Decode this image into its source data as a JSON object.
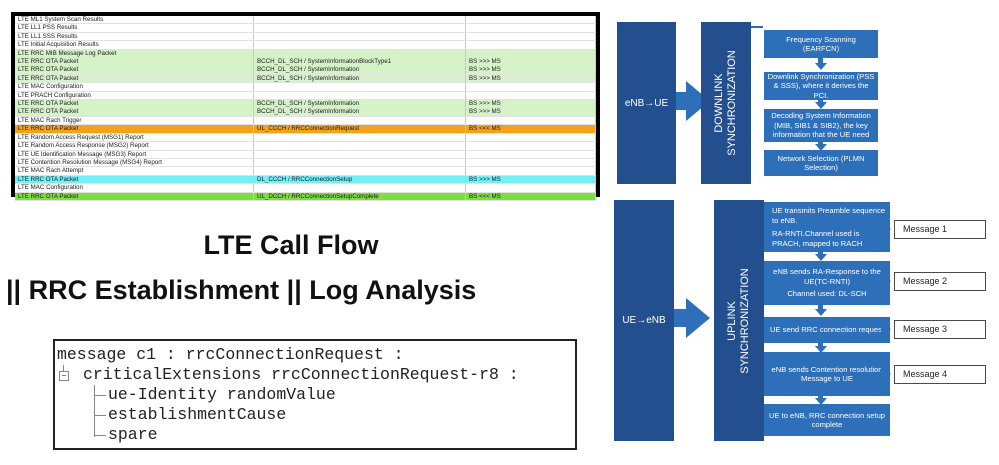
{
  "log": {
    "rows": [
      {
        "c1": "LTE ML1 System Scan Results",
        "c2": "",
        "c3": "",
        "hl": ""
      },
      {
        "c1": "LTE LL1 PSS Results",
        "c2": "",
        "c3": "",
        "hl": ""
      },
      {
        "c1": "LTE LL1 SSS Results",
        "c2": "",
        "c3": "",
        "hl": ""
      },
      {
        "c1": "LTE Initial Acquisition Results",
        "c2": "",
        "c3": "",
        "hl": ""
      },
      {
        "c1": "LTE RRC MIB Message Log Packet",
        "c2": "",
        "c3": "",
        "hl": "green"
      },
      {
        "c1": "LTE RRC OTA Packet",
        "c2": "BCCH_DL_SCH / SystemInformationBlockType1",
        "c3": "BS >>> MS",
        "hl": "green"
      },
      {
        "c1": "LTE RRC OTA Packet",
        "c2": "BCCH_DL_SCH / SystemInformation",
        "c3": "BS >>> MS",
        "hl": "green"
      },
      {
        "c1": "LTE RRC OTA Packet",
        "c2": "BCCH_DL_SCH / SystemInformation",
        "c3": "BS >>> MS",
        "hl": "green"
      },
      {
        "c1": "LTE MAC Configuration",
        "c2": "",
        "c3": "",
        "hl": ""
      },
      {
        "c1": "LTE PRACH Configuration",
        "c2": "",
        "c3": "",
        "hl": ""
      },
      {
        "c1": "LTE RRC OTA Packet",
        "c2": "BCCH_DL_SCH / SystemInformation",
        "c3": "BS >>> MS",
        "hl": "green"
      },
      {
        "c1": "LTE RRC OTA Packet",
        "c2": "BCCH_DL_SCH / SystemInformation",
        "c3": "BS >>> MS",
        "hl": "green"
      },
      {
        "c1": "LTE MAC Rach Trigger",
        "c2": "",
        "c3": "",
        "hl": ""
      },
      {
        "c1": "LTE RRC OTA Packet",
        "c2": "UL_CCCH / RRCConnectionRequest",
        "c3": "BS <<< MS",
        "hl": "orange"
      },
      {
        "c1": "LTE Random Access Request (MSG1) Report",
        "c2": "",
        "c3": "",
        "hl": ""
      },
      {
        "c1": "LTE Random Access Response (MSG2) Report",
        "c2": "",
        "c3": "",
        "hl": ""
      },
      {
        "c1": "LTE UE Identification Message (MSG3) Report",
        "c2": "",
        "c3": "",
        "hl": ""
      },
      {
        "c1": "LTE Contention Resolution Message (MSG4) Report",
        "c2": "",
        "c3": "",
        "hl": ""
      },
      {
        "c1": "LTE MAC Rach Attempt",
        "c2": "",
        "c3": "",
        "hl": ""
      },
      {
        "c1": "LTE RRC OTA Packet",
        "c2": "DL_CCCH / RRCConnectionSetup",
        "c3": "BS >>> MS",
        "hl": "cyan"
      },
      {
        "c1": "LTE MAC Configuration",
        "c2": "",
        "c3": "",
        "hl": ""
      },
      {
        "c1": "LTE RRC OTA Packet",
        "c2": "UL_DCCH / RRCConnectionSetupComplete",
        "c3": "BS <<< MS",
        "hl": "lime"
      }
    ]
  },
  "title": {
    "line1": "LTE Call Flow",
    "line2": "|| RRC Establishment || Log Analysis"
  },
  "code": {
    "line1": "message c1 : rrcConnectionRequest :",
    "line2": "criticalExtensions rrcConnectionRequest-r8 :",
    "line3": "ue-Identity randomValue",
    "line4": "establishmentCause",
    "line5": "spare"
  },
  "downlink": {
    "source": "eNB→UE",
    "label_line1": "DOWNLINK",
    "label_line2": "SYNCHRONIZATION",
    "steps": [
      "Frequency Scanning (EARFCN)",
      "Downlink Synchronization (PSS & SSS), where it derives the PCI.",
      "Decoding System Information (MIB, SIB1 & SIB2), the key information that the UE need",
      "Network Selection (PLMN Selection)"
    ]
  },
  "uplink": {
    "source": "UE→eNB",
    "label_line1": "UPLINK",
    "label_line2": "SYNCHRONIZATION",
    "steps": [
      "UE transmits Preamble sequence to eNB.",
      "RA-RNTI.Channel used is PRACH, mapped to RACH",
      "eNB sends RA-Response to the UE(TC-RNTI)",
      "Channel used: DL-SCH",
      "UE send RRC connection request",
      "eNB sends Contention resolution Message to UE",
      "UE to eNB, RRC connection setup complete"
    ],
    "messages": [
      "Message 1",
      "Message 2",
      "Message 3",
      "Message 4"
    ]
  },
  "colors": {
    "box_blue": "#2e6fba",
    "box_dark": "#244f8e",
    "row_green": "#d6f2c9",
    "row_orange": "#f2a31b",
    "row_cyan": "#74f0f5",
    "row_lime": "#7be03a"
  }
}
